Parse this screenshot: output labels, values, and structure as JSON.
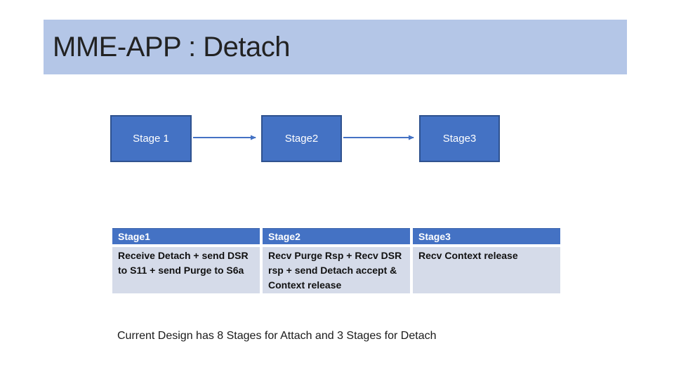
{
  "slide": {
    "title": "MME-APP : Detach",
    "caption": "Current Design has 8 Stages for Attach and 3 Stages for Detach"
  },
  "flow": {
    "boxes": [
      {
        "label": "Stage 1"
      },
      {
        "label": "Stage2"
      },
      {
        "label": "Stage3"
      }
    ]
  },
  "table": {
    "headers": [
      "Stage1",
      "Stage2",
      "Stage3"
    ],
    "rows": [
      [
        "Receive Detach + send DSR\nto S11 + send Purge to S6a",
        "Recv Purge Rsp + Recv DSR\nrsp + send Detach accept &\nContext release",
        "Recv Context release"
      ]
    ]
  },
  "colors": {
    "title_bar_bg": "#B4C6E7",
    "title_text": "#222222",
    "box_fill": "#4472C4",
    "box_border": "#2F528F",
    "arrow": "#4472C4",
    "table_header_bg": "#4472C4",
    "table_header_text": "#FFFFFF",
    "table_body_bg": "#D5DBE9",
    "table_body_text": "#111111"
  }
}
